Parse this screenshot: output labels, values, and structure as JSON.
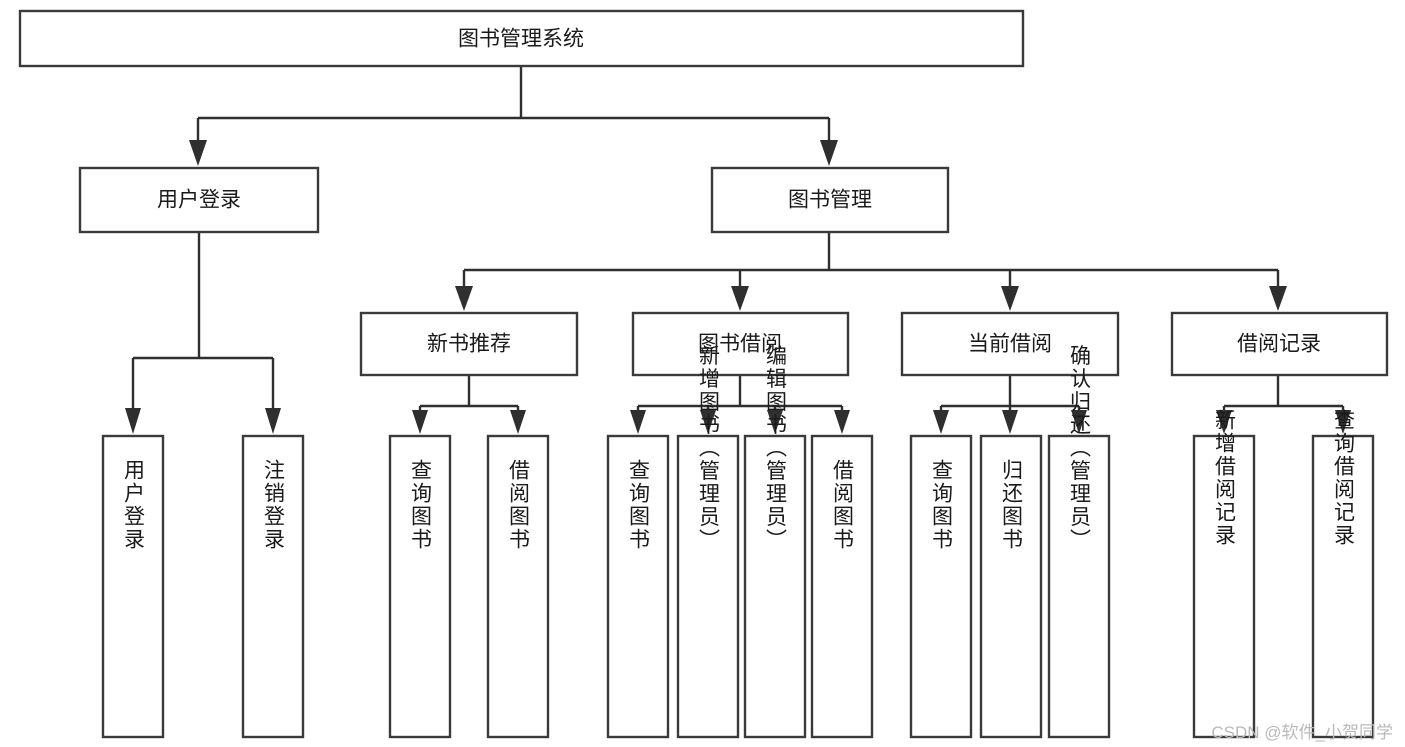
{
  "diagram": {
    "type": "tree",
    "title": "图书管理系统",
    "watermark": "CSDN @软件_小贺同学",
    "colors": {
      "box_fill": "#ffffff",
      "box_stroke": "#3a3a3a",
      "edge": "#2f2f2f",
      "text": "#1a1a1a",
      "background": "#ffffff",
      "watermark": "#b9b9b9"
    },
    "nodes": {
      "root": {
        "label": "图书管理系统",
        "orientation": "horizontal",
        "level": 0
      },
      "l1": [
        {
          "id": "user-login",
          "label": "用户登录",
          "orientation": "horizontal",
          "level": 1
        },
        {
          "id": "book-manage",
          "label": "图书管理",
          "orientation": "horizontal",
          "level": 1
        }
      ],
      "l2": [
        {
          "id": "new-book-recommend",
          "label": "新书推荐",
          "orientation": "horizontal",
          "level": 2,
          "parent": "book-manage"
        },
        {
          "id": "book-borrow",
          "label": "图书借阅",
          "orientation": "horizontal",
          "level": 2,
          "parent": "book-manage"
        },
        {
          "id": "current-borrow",
          "label": "当前借阅",
          "orientation": "horizontal",
          "level": 2,
          "parent": "book-manage"
        },
        {
          "id": "borrow-record",
          "label": "借阅记录",
          "orientation": "horizontal",
          "level": 2,
          "parent": "book-manage"
        }
      ],
      "leaves": [
        {
          "id": "leaf-user-login",
          "label": "用户登录",
          "orientation": "vertical",
          "parent": "user-login"
        },
        {
          "id": "leaf-user-logout",
          "label": "注销登录",
          "orientation": "vertical",
          "parent": "user-login"
        },
        {
          "id": "leaf-query-book-1",
          "label": "查询图书",
          "orientation": "vertical",
          "parent": "new-book-recommend"
        },
        {
          "id": "leaf-borrow-book-1",
          "label": "借阅图书",
          "orientation": "vertical",
          "parent": "new-book-recommend"
        },
        {
          "id": "leaf-query-book-2",
          "label": "查询图书",
          "orientation": "vertical",
          "parent": "book-borrow"
        },
        {
          "id": "leaf-add-book",
          "label": "新增图书（管理员）",
          "orientation": "vertical",
          "parent": "book-borrow"
        },
        {
          "id": "leaf-edit-book",
          "label": "编辑图书（管理员）",
          "orientation": "vertical",
          "parent": "book-borrow"
        },
        {
          "id": "leaf-borrow-book-2",
          "label": "借阅图书",
          "orientation": "vertical",
          "parent": "book-borrow"
        },
        {
          "id": "leaf-query-book-3",
          "label": "查询图书",
          "orientation": "vertical",
          "parent": "current-borrow"
        },
        {
          "id": "leaf-return-book",
          "label": "归还图书",
          "orientation": "vertical",
          "parent": "current-borrow"
        },
        {
          "id": "leaf-confirm-return",
          "label": "确认归还（管理员）",
          "orientation": "vertical",
          "parent": "current-borrow"
        },
        {
          "id": "leaf-add-record",
          "label": "新增借阅记录",
          "orientation": "vertical",
          "parent": "borrow-record"
        },
        {
          "id": "leaf-query-record",
          "label": "查询借阅记录",
          "orientation": "vertical",
          "parent": "borrow-record"
        }
      ]
    }
  }
}
